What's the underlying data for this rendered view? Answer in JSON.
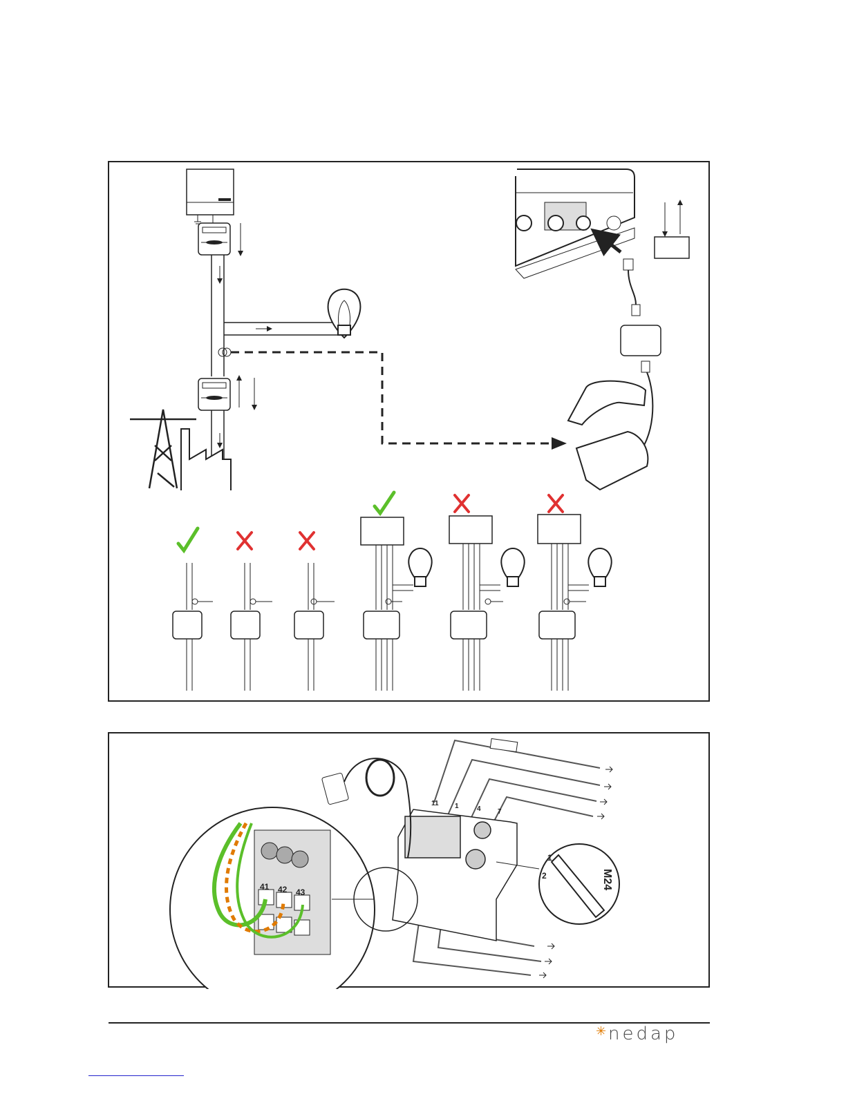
{
  "brand": {
    "name": "nedap",
    "accent_color": "#e07a00"
  },
  "meter_dial": {
    "label_1": "1",
    "label_2": "2",
    "side_text": "M24"
  },
  "terminals_top": [
    "11",
    "1",
    "4",
    "7"
  ],
  "terminals_zoom": [
    "41",
    "42",
    "43"
  ],
  "check_mark_color": "#5bbf2a",
  "cross_mark_color": "#e03131"
}
